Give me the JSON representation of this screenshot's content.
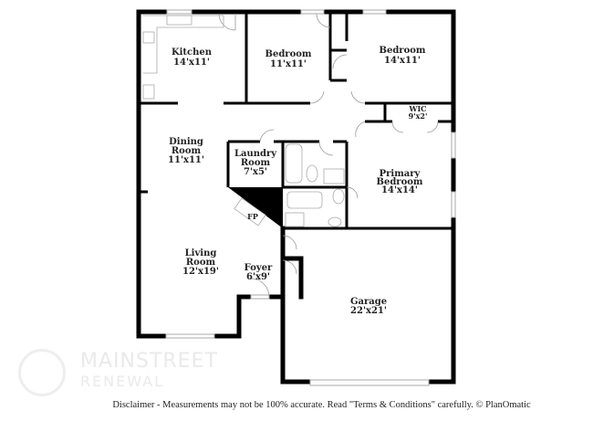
{
  "rooms": {
    "kitchen": {
      "name": "Kitchen",
      "size": "14'x11'"
    },
    "bedroom_1": {
      "name": "Bedroom",
      "size": "11'x11'"
    },
    "bedroom_2": {
      "name": "Bedroom",
      "size": "14'x11'"
    },
    "wic": {
      "name": "WIC",
      "size": "9'x2'"
    },
    "dining": {
      "name_line1": "Dining",
      "name_line2": "Room",
      "size": "11'x11'"
    },
    "laundry": {
      "name_line1": "Laundry",
      "name_line2": "Room",
      "size": "7'x5'"
    },
    "primary": {
      "name_line1": "Primary",
      "name_line2": "Bedroom",
      "size": "14'x14'"
    },
    "fireplace": {
      "name": "FP"
    },
    "living": {
      "name_line1": "Living",
      "name_line2": "Room",
      "size": "12'x19'"
    },
    "foyer": {
      "name": "Foyer",
      "size": "6'x9'"
    },
    "garage": {
      "name": "Garage",
      "size": "22'x21'"
    }
  },
  "watermark": {
    "line1": "MAINSTREET",
    "line2": "RENEWAL"
  },
  "disclaimer": "Disclaimer - Measurements may not be 100% accurate. Read \"Terms & Conditions\" carefully. © PlanOmatic"
}
